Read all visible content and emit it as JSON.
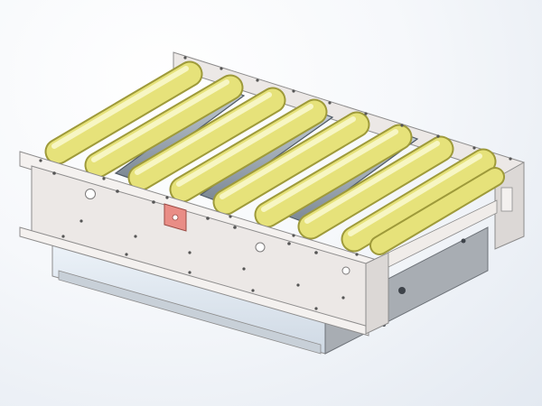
{
  "scene": {
    "subject": "roller-conveyor-transfer-module",
    "view": "isometric",
    "background": {
      "top": "#ffffff",
      "bottom": "#e3e9f1"
    },
    "colors": {
      "roller": "#e6e27a",
      "roller_highlight": "#fbfad0",
      "roller_shadow": "#b9b548",
      "frame": "#ece8e6",
      "frame_edge": "#8d8c8c",
      "belt": "#9aa7b3",
      "belt_edge": "#4e5863",
      "housing": "#a8adb3",
      "housing_light": "#e3ecf4",
      "tag": "#e98d86"
    },
    "roller_count": 9,
    "belt_count": 3,
    "icons": [
      "mounting-hole-icon",
      "nameplate-icon"
    ]
  }
}
